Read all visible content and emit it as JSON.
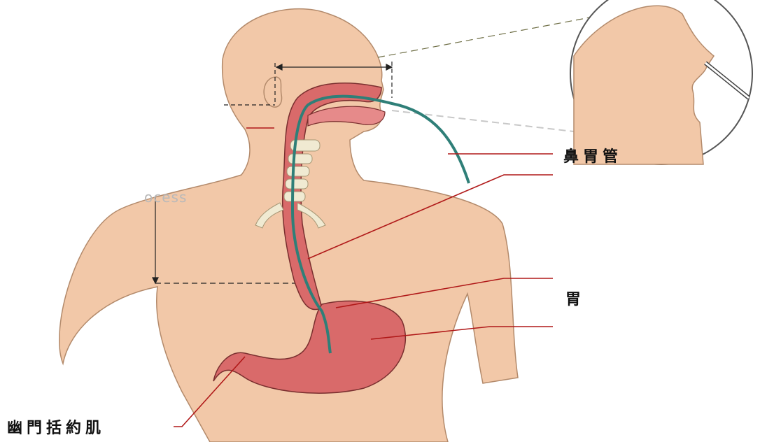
{
  "labels": {
    "nasogastric_tube": "鼻胃管",
    "stomach": "胃",
    "pyloric_sphincter": "幽門括約肌"
  },
  "faint_text": "ocess",
  "colors": {
    "skin": "#f2c8a8",
    "skin_outline": "#b38a6b",
    "organ": "#d96a6a",
    "organ_outline": "#7a2f2f",
    "tube": "#2f7f78",
    "leader_line": "#b01818",
    "bone": "#f0ead2"
  }
}
